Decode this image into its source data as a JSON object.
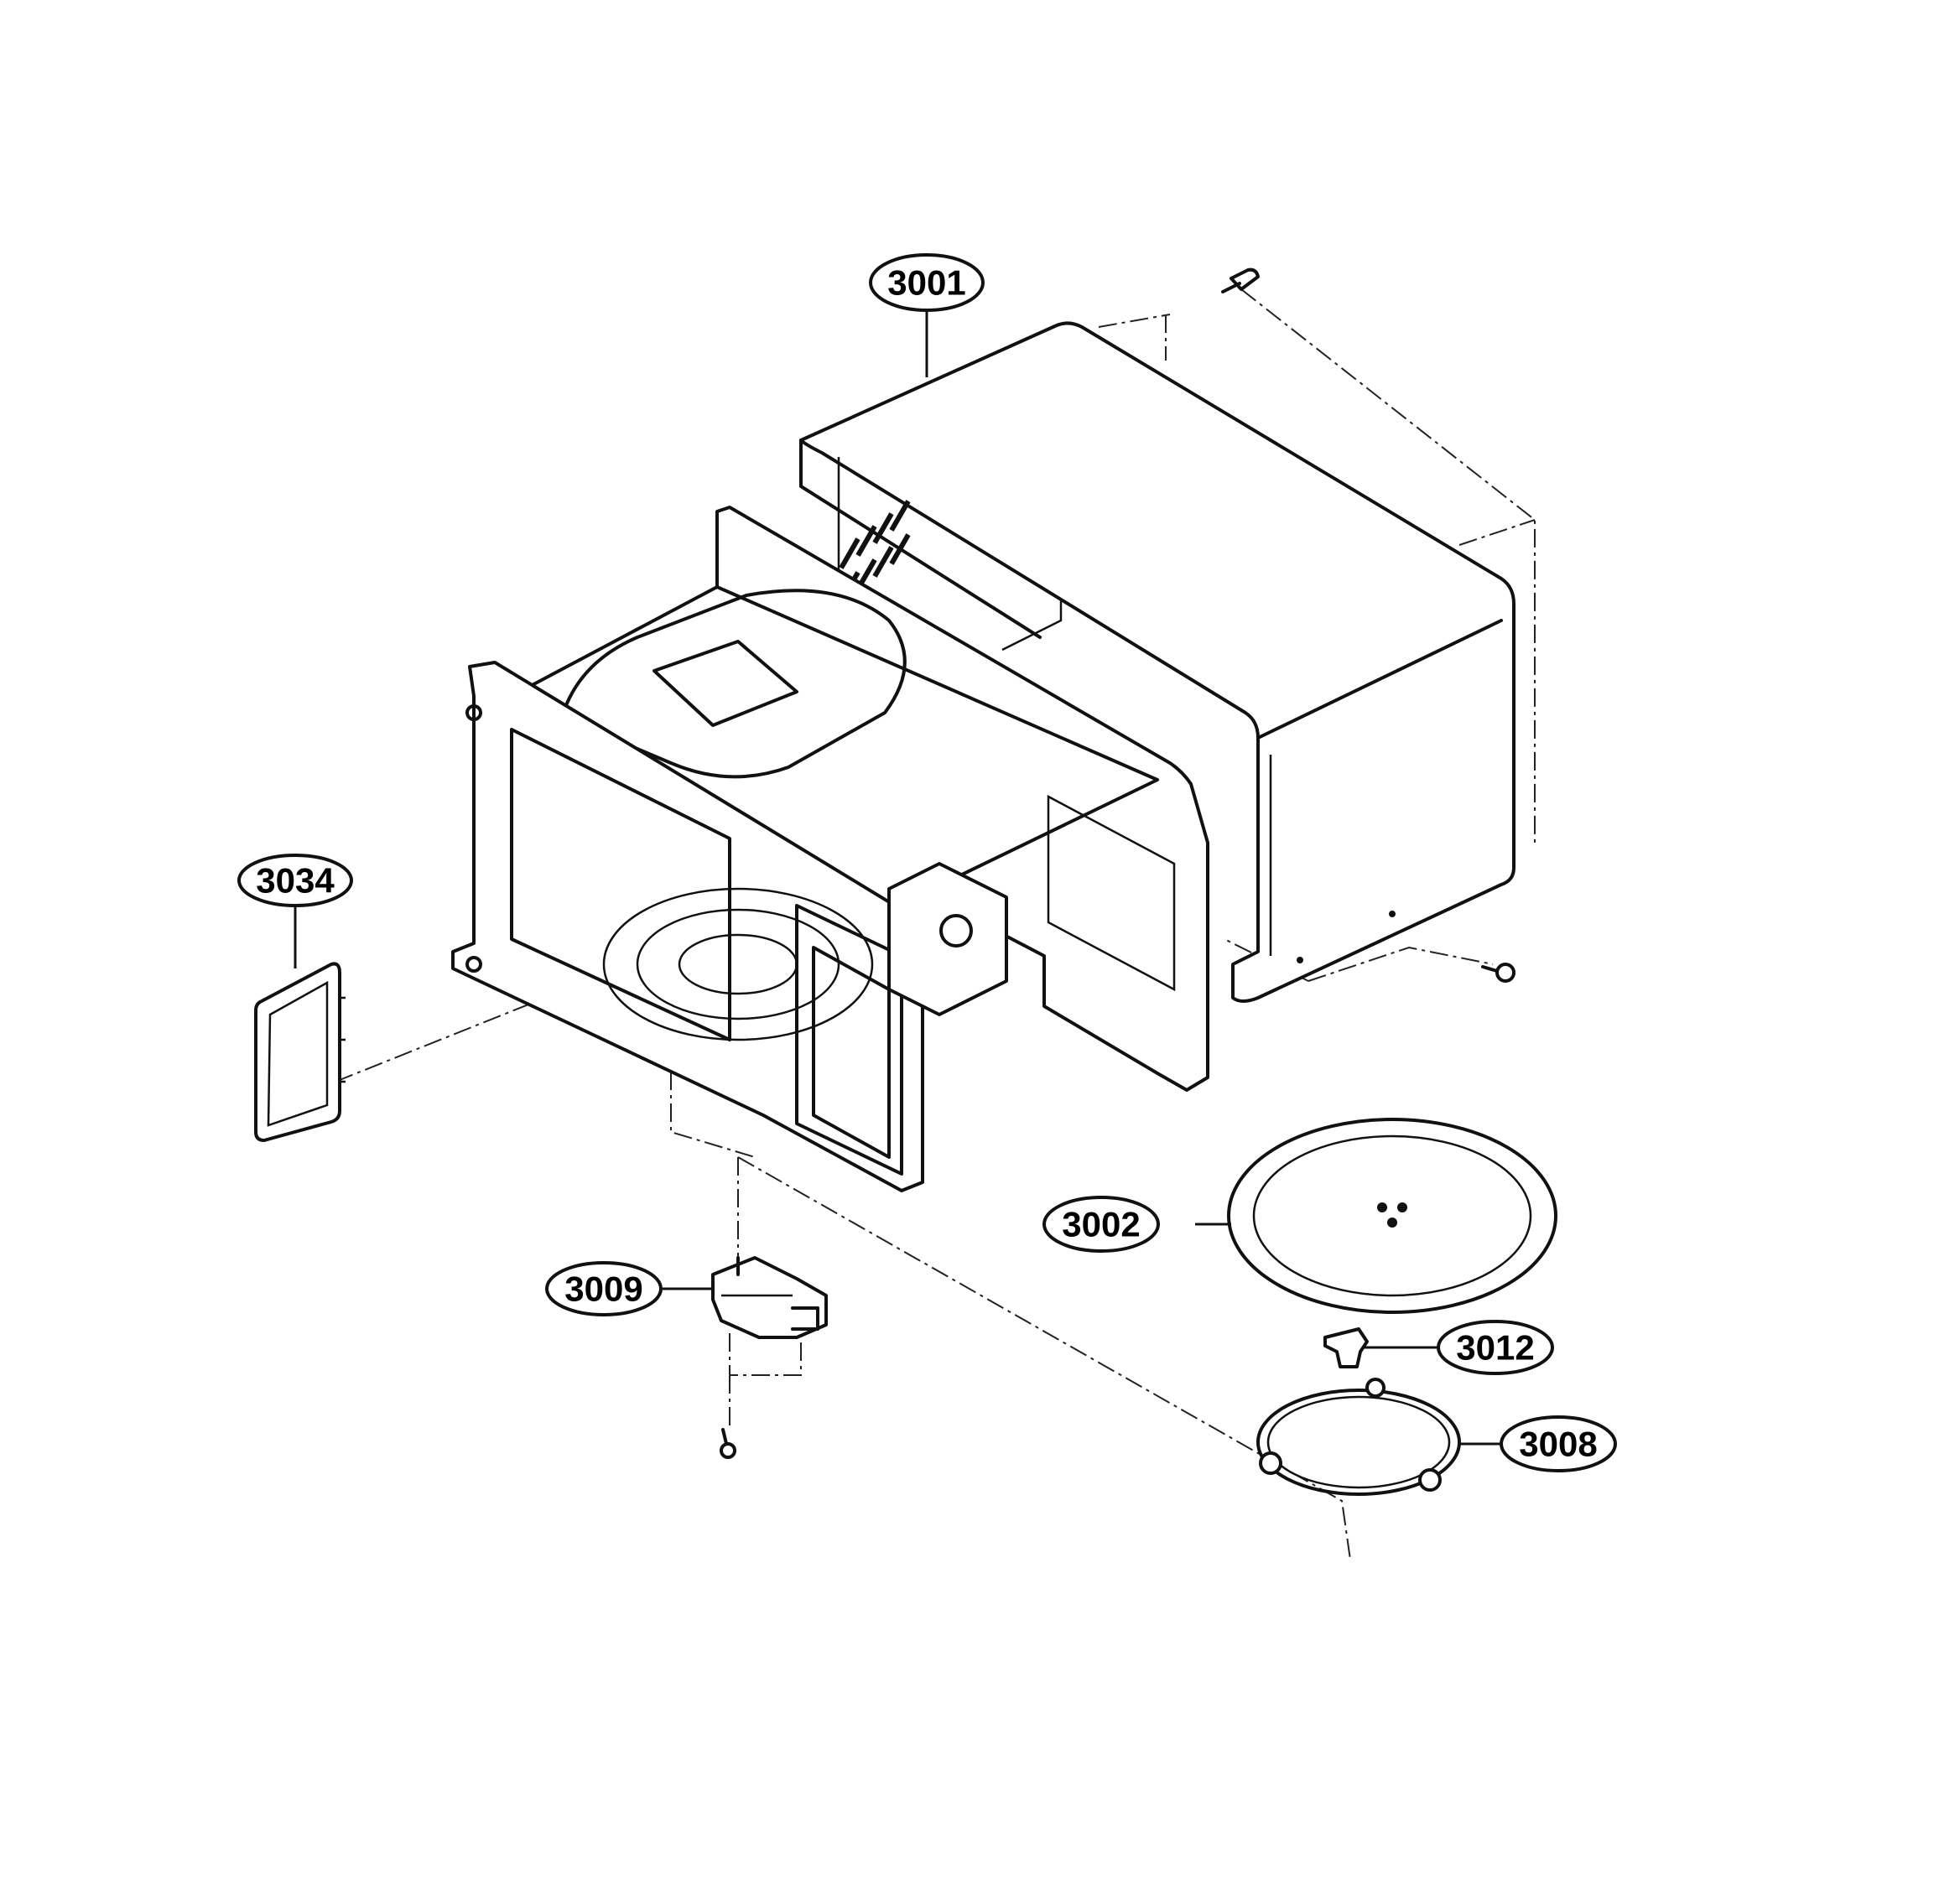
{
  "callouts": {
    "3001": "3001",
    "3002": "3002",
    "3008": "3008",
    "3009": "3009",
    "3012": "3012",
    "3034": "3034"
  }
}
